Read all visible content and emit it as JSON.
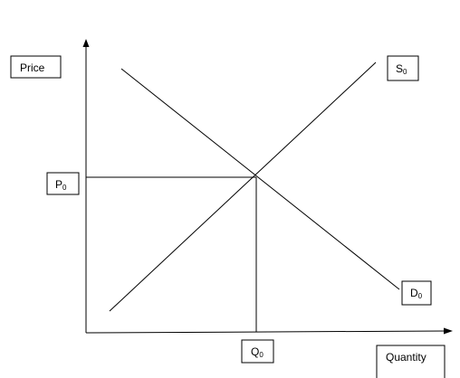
{
  "axes": {
    "y_label": "Price",
    "x_label": "Quantity"
  },
  "curves": {
    "supply": {
      "letter": "S",
      "subscript": "0"
    },
    "demand": {
      "letter": "D",
      "subscript": "0"
    }
  },
  "equilibrium": {
    "price": {
      "letter": "P",
      "subscript": "0"
    },
    "quantity": {
      "letter": "Q",
      "subscript": "0"
    }
  }
}
